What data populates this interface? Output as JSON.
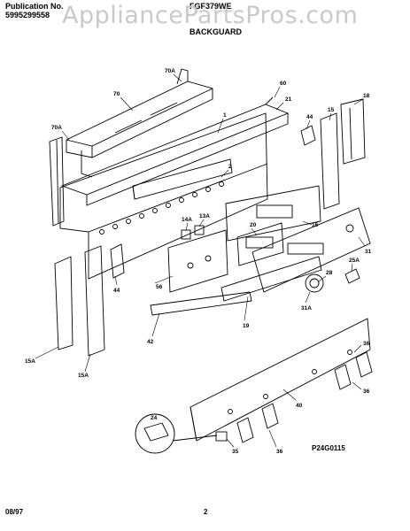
{
  "header": {
    "publication_label": "Publication No.",
    "publication_number": "5995299558",
    "model": "FGF379WE",
    "section": "BACKGUARD"
  },
  "watermark": "AppliancePartsPros.com",
  "footer": {
    "date": "08/97",
    "page": "2",
    "figure_code": "P24G0115"
  },
  "callouts": [
    "70A",
    "70",
    "70A",
    "60",
    "21",
    "1",
    "18",
    "44",
    "15",
    "2",
    "14A",
    "13A",
    "20",
    "16",
    "31",
    "44",
    "56",
    "28",
    "25A",
    "42",
    "19",
    "31A",
    "15A",
    "15A",
    "36",
    "36",
    "40",
    "24",
    "35",
    "36"
  ],
  "colors": {
    "line": "#000000",
    "watermark": "#c9c9c9",
    "background": "#ffffff"
  }
}
